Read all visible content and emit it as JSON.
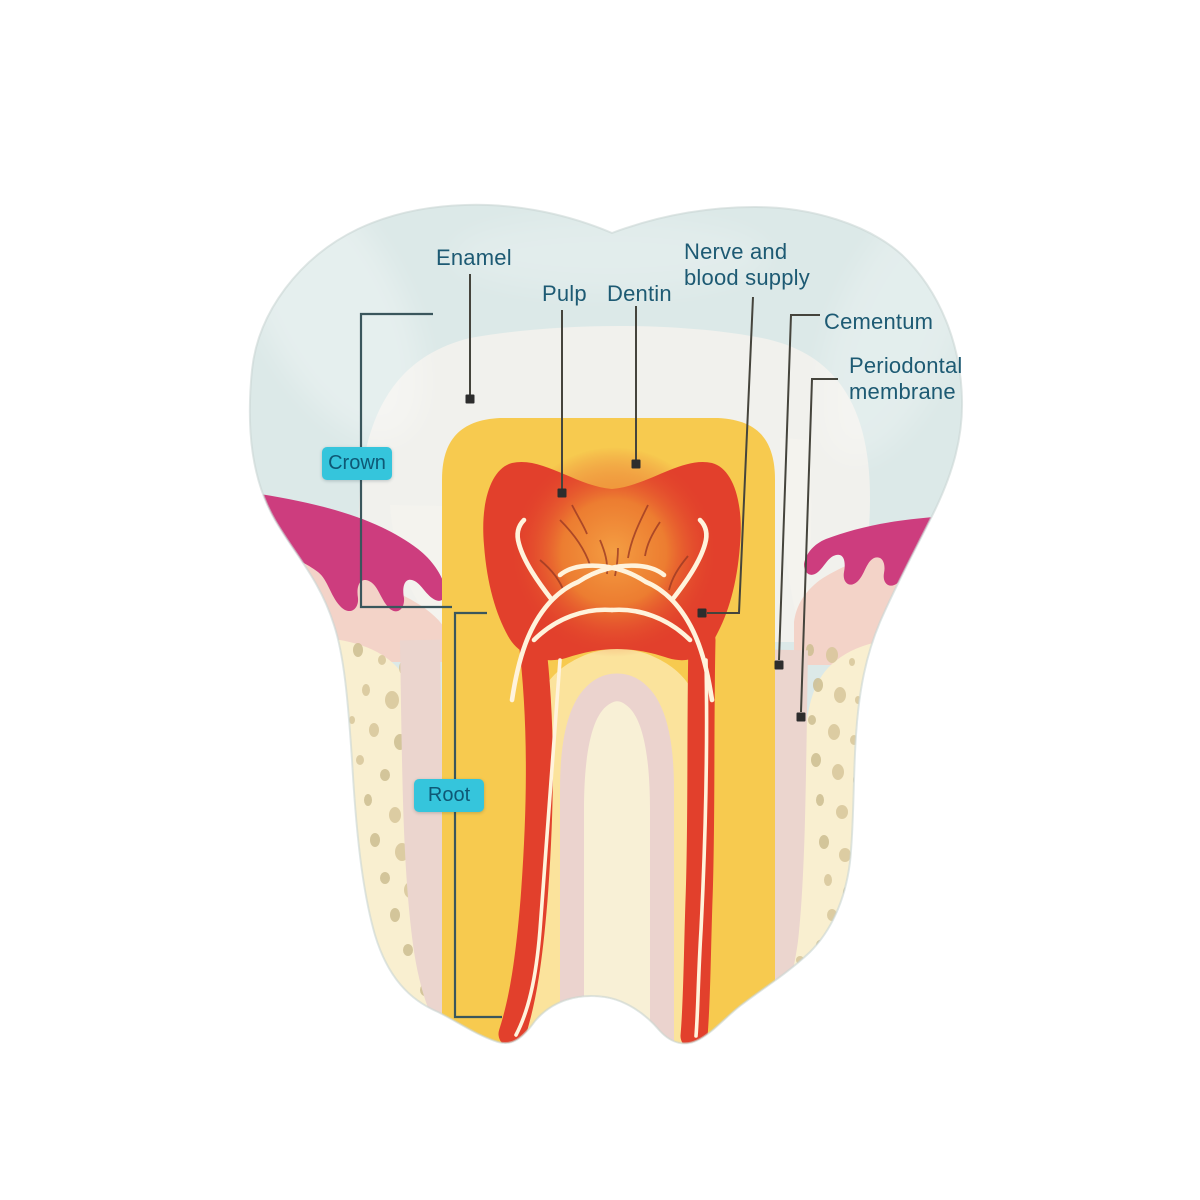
{
  "labels": {
    "enamel": "Enamel",
    "pulp": "Pulp",
    "dentin": "Dentin",
    "nerve_blood_line1": "Nerve and",
    "nerve_blood_line2": "blood supply",
    "cementum": "Cementum",
    "periodontal_line1": "Periodontal",
    "periodontal_line2": "membrane"
  },
  "badges": {
    "crown": "Crown",
    "root": "Root"
  },
  "colors": {
    "label_text": "#1d5a73",
    "badge_bg": "#35c5dc",
    "badge_text": "#0e5875",
    "leader_line": "#45443c",
    "bracket_line": "#3a565c",
    "endpoint_dot": "#2d2d2d",
    "enamel_blue": "#dce9e8",
    "inner_white": "#f1f1ed",
    "dentin_yellow": "#f7ca4f",
    "pulp_red": "#e2402c",
    "glow_orange": "#f09035",
    "gum_magenta": "#cd3d7e",
    "gum_pink": "#f3d3c8",
    "bone_cream": "#f9efd0",
    "bone_speckle": "#d7c69a",
    "root_band_pale_yellow": "#fbe39c",
    "root_band_pink": "#ebd3ce",
    "root_band_cream": "#f8f0d6",
    "nerve_white": "#fff3dc"
  }
}
